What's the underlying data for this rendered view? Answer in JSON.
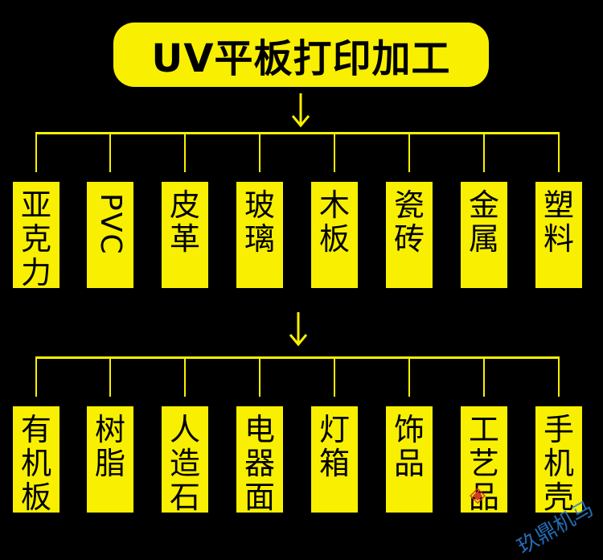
{
  "title": "UV平板打印加工",
  "row1": [
    "亚克力",
    "PVC",
    "皮革",
    "玻璃",
    "木板",
    "瓷砖",
    "金属",
    "塑料"
  ],
  "row2": [
    "有机板",
    "树脂",
    "人造石",
    "电器面板",
    "灯箱",
    "饰品",
    "工艺品",
    "手机壳"
  ],
  "watermark": "玖鼎机马",
  "colors": {
    "accent": "#f8f000",
    "background": "#000000",
    "watermark": "#2a7fd4"
  }
}
